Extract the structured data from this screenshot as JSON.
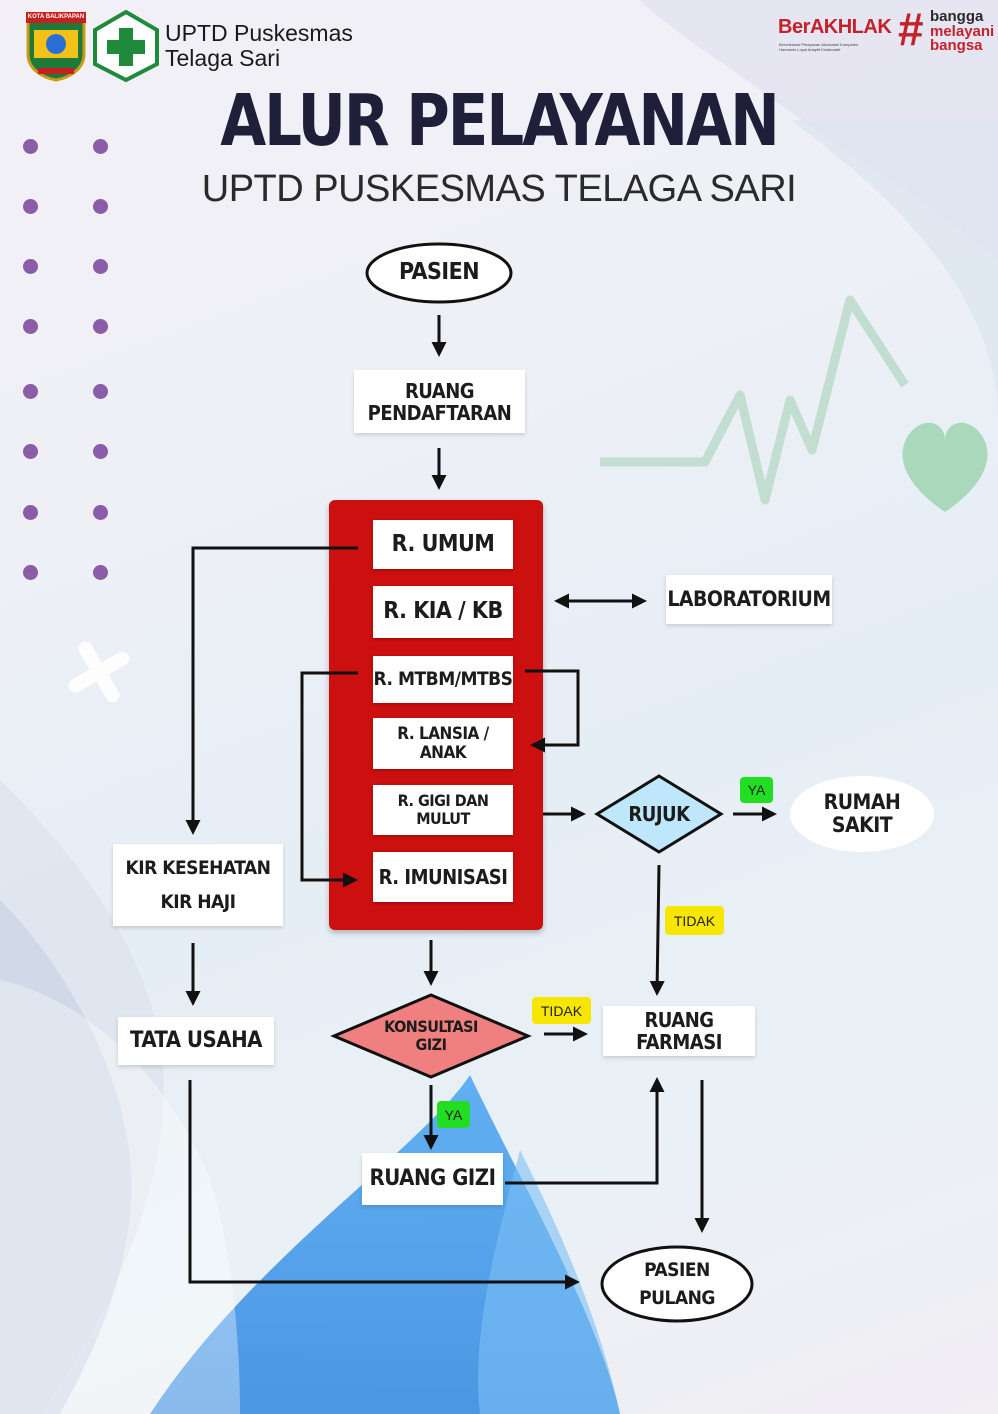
{
  "header": {
    "org_line1": "UPTD Puskesmas",
    "org_line2": "Telaga Sari",
    "city_emblem_text": "KOTA BALIKPAPAN",
    "berakhlak": "BerAKHLAK",
    "berakhlak_sub1": "Berorientasi Pelayanan Akuntabel Kompeten",
    "berakhlak_sub2": "Harmonis Loyal Adaptif Kolaboratif",
    "slogan": [
      "bangga",
      "melayani",
      "bangsa"
    ]
  },
  "title": "ALUR PELAYANAN",
  "subtitle": "UPTD PUSKESMAS TELAGA SARI",
  "nodes": {
    "pasien": "PASIEN",
    "pendaftaran_1": "RUANG",
    "pendaftaran_2": "PENDAFTARAN",
    "umum": "R. UMUM",
    "kia": "R. KIA / KB",
    "mtbm": "R. MTBM/MTBS",
    "lansia_1": "R. LANSIA /",
    "lansia_2": "ANAK",
    "gigi_1": "R. GIGI DAN",
    "gigi_2": "MULUT",
    "imunisasi": "R. IMUNISASI",
    "laboratorium": "LABORATORIUM",
    "rujuk": "RUJUK",
    "rumah_sakit_1": "RUMAH",
    "rumah_sakit_2": "SAKIT",
    "kir_1": "KIR KESEHATAN",
    "kir_2": "KIR HAJI",
    "tata_usaha": "TATA USAHA",
    "konsultasi_1": "KONSULTASI",
    "konsultasi_2": "GIZI",
    "ruang_farmasi": "RUANG FARMASI",
    "ruang_gizi": "RUANG GIZI",
    "pulang_1": "PASIEN",
    "pulang_2": "PULANG"
  },
  "tags": {
    "ya": "YA",
    "tidak": "TIDAK"
  },
  "colors": {
    "red_panel": "#cc0f0f",
    "diamond_konsultasi": "#f08080",
    "tag_ya": "#22dd22",
    "tag_tidak": "#f7e600",
    "dots": "#8b5ca8",
    "title": "#1f1f3a"
  },
  "icons": [
    "city-emblem-icon",
    "puskesmas-logo-icon",
    "heart-icon",
    "heartbeat-line-icon",
    "plus-icon"
  ]
}
